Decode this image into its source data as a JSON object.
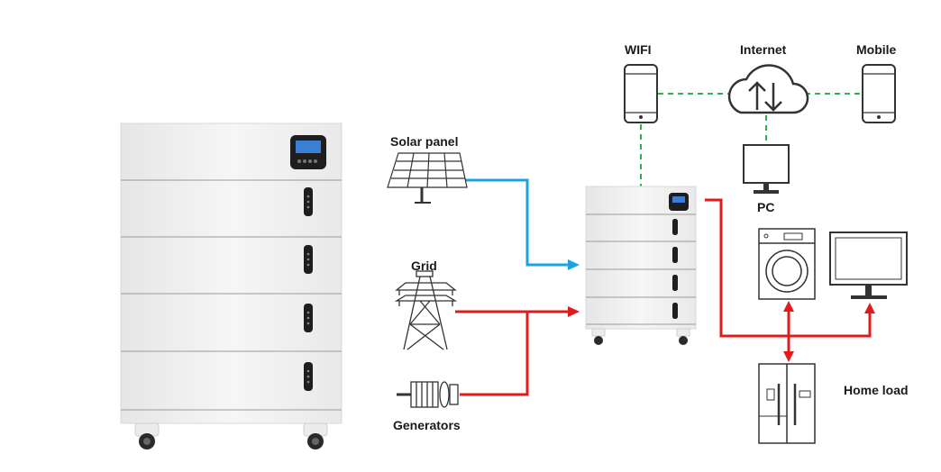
{
  "labels": {
    "solar": "Solar panel",
    "grid": "Grid",
    "generators": "Generators",
    "wifi": "WIFI",
    "internet": "Internet",
    "mobile": "Mobile",
    "pc": "PC",
    "home_load": "Home load"
  },
  "colors": {
    "solar_line": "#1aa3dc",
    "power_line": "#e01b1b",
    "network_line": "#2bb34a",
    "battery_body": "#f1f1f1",
    "outline": "#333333"
  }
}
